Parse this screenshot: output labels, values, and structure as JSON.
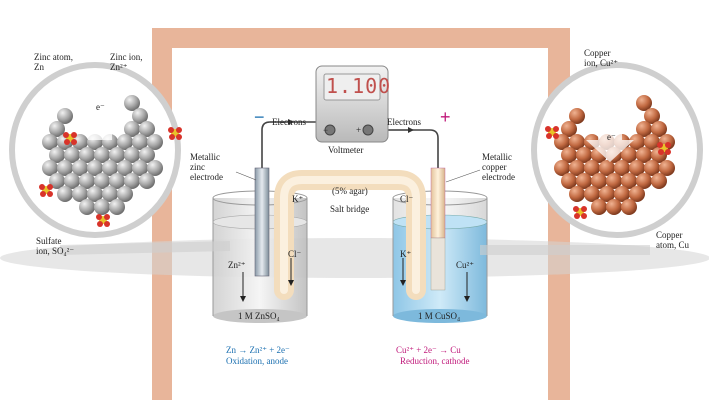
{
  "voltmeter": {
    "reading": "1.100",
    "label": "Voltmeter",
    "neg": "−",
    "pos": "+"
  },
  "electrons_left": "Electrons",
  "electrons_right": "Electrons",
  "minus_sign": "−",
  "plus_sign": "+",
  "salt_bridge": {
    "agar": "(5% agar)",
    "label": "Salt bridge",
    "k_ion": "K⁺",
    "cl_ion": "Cl⁻"
  },
  "left": {
    "electrode_label": [
      "Metallic",
      "zinc",
      "electrode"
    ],
    "zn_ion": "Zn²⁺",
    "cl_ion": "Cl⁻",
    "solution": "1 M ZnSO₄",
    "reaction": "Zn → Zn²⁺ + 2e⁻",
    "process": "Oxidation, anode",
    "zoom_atom": [
      "Zinc atom,",
      "Zn"
    ],
    "zoom_ion": [
      "Zinc ion,",
      "Zn²⁺"
    ],
    "zoom_e": "e⁻",
    "sulfate": [
      "Sulfate",
      "ion, SO₄²⁻"
    ]
  },
  "right": {
    "electrode_label": [
      "Metallic",
      "copper",
      "electrode"
    ],
    "k_ion": "K⁺",
    "cu_ion": "Cu²⁺",
    "solution": "1 M CuSO₄",
    "reaction": "Cu²⁺ + 2e⁻ → Cu",
    "process": "Reduction, cathode",
    "zoom_ion": [
      "Copper",
      "ion, Cu²⁺"
    ],
    "zoom_e": "e⁻",
    "zoom_atom": [
      "Copper",
      "atom, Cu"
    ]
  },
  "colors": {
    "frame": "#e8b59a",
    "zinc": "#9a9a9a",
    "copper": "#c46a44",
    "copper_solution": "#a9d7ef",
    "salt_bridge": "#f6e3c8",
    "blue_text": "#1a6fb0",
    "pink_text": "#c0187a"
  }
}
